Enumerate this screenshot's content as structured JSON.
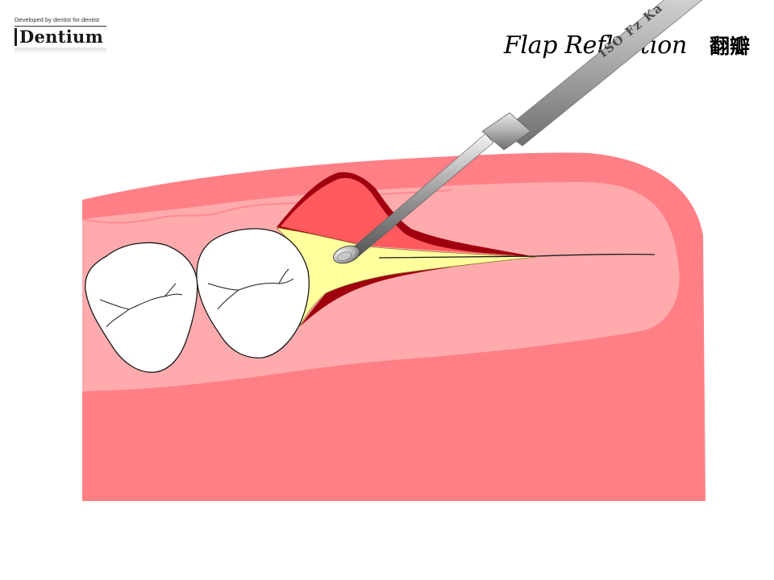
{
  "brand": {
    "tagline": "Developed by dentist for dentist",
    "name": "Dentium"
  },
  "title": {
    "english": "Flap Reflection",
    "chinese": "翻瓣"
  },
  "instrument": {
    "engraving": "ISO Fz Ka"
  },
  "colors": {
    "gingiva_outer": "#ff7f86",
    "gingiva_inner": "#ffabae",
    "flap": "#ff5a5e",
    "flap_edge": "#a0000e",
    "bone": "#ffff9e",
    "tooth": "#ffffff",
    "instrument_steel": "#a8a8a8"
  }
}
